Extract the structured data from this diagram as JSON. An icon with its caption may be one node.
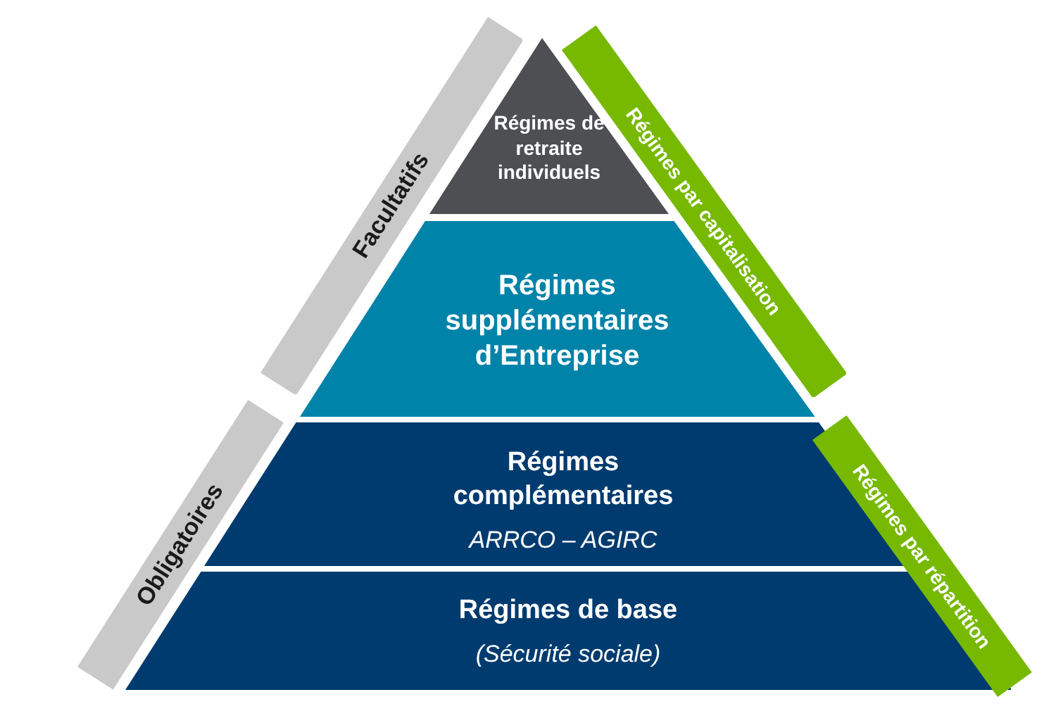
{
  "diagram": {
    "nodes": [
      {
        "text": [
          "Régimes de retraite individuels"
        ]
      },
      {
        "text": [
          "Régimes supplémentaires d’Entreprise"
        ]
      },
      {
        "text": [
          "Régimes complémentaires",
          "ARRCO – AGIRC"
        ]
      },
      {
        "text": [
          "Régimes de base",
          "(Sécurité sociale)"
        ]
      },
      {
        "text": [
          "Facultatifs"
        ]
      },
      {
        "text": [
          "Obligatoires"
        ]
      },
      {
        "text": [
          "Régimes par capitalisation"
        ]
      },
      {
        "text": [
          "Régimes par répartition"
        ]
      }
    ]
  }
}
